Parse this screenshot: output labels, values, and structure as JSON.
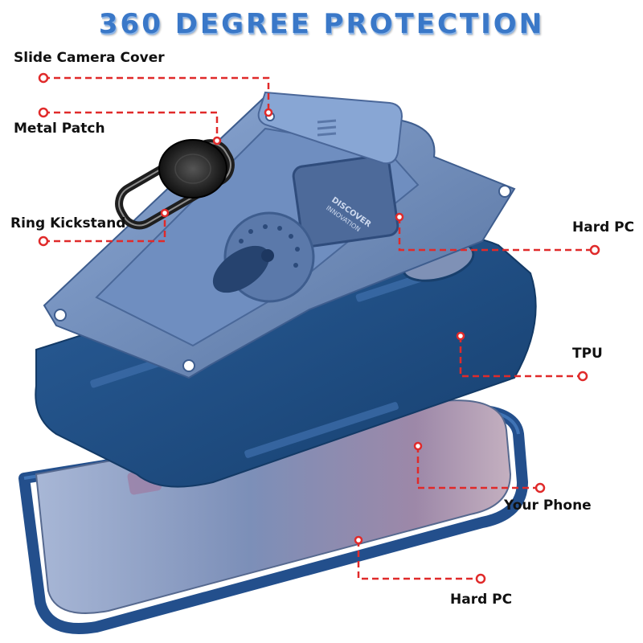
{
  "title": "360 DEGREE PROTECTION",
  "labels": {
    "slide_camera_cover": "Slide Camera Cover",
    "metal_patch": "Metal Patch",
    "ring_kickstand": "Ring Kickstand",
    "hard_pc_top": "Hard PC",
    "tpu": "TPU",
    "your_phone": "Your Phone",
    "hard_pc_bottom": "Hard PC"
  },
  "engraving": {
    "line1": "DISCOVER",
    "line2": "INNOVATION"
  },
  "colors": {
    "title": "#3a78c8",
    "callout": "#e02a2a",
    "frame_light": "#6f8fc0",
    "frame_dark": "#1f4a80",
    "tpu": "#1d4f86",
    "bumper": "#234f8c",
    "phone_glass": "#8a9bc0",
    "ring": "#222222"
  }
}
